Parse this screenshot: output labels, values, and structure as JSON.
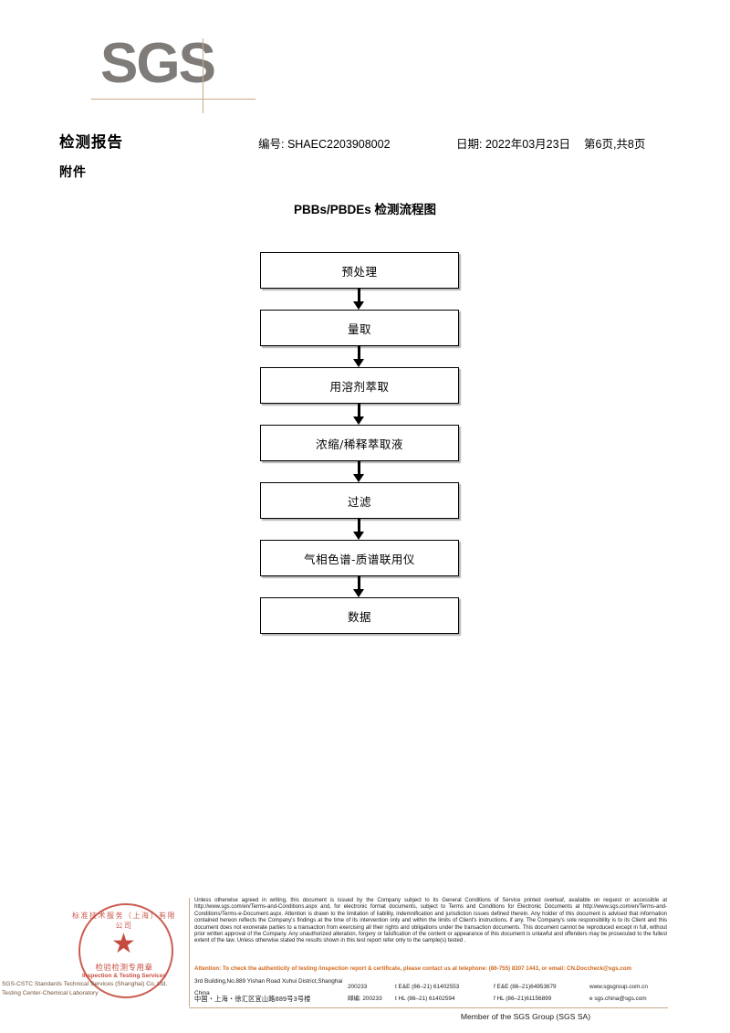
{
  "brand": {
    "logo_text": "SGS"
  },
  "header": {
    "title": "检测报告",
    "subtitle": "附件",
    "report_no": "编号: SHAEC2203908002",
    "date": "日期: 2022年03月23日",
    "page": "第6页,共8页"
  },
  "flowchart": {
    "title": "PBBs/PBDEs 检测流程图",
    "type": "process-flow",
    "steps": [
      {
        "label": "预处理"
      },
      {
        "label": "量取"
      },
      {
        "label": "用溶剂萃取"
      },
      {
        "label": "浓缩/稀释萃取液"
      },
      {
        "label": "过滤"
      },
      {
        "label": "气相色谱-质谱联用仪"
      },
      {
        "label": "数据"
      }
    ]
  },
  "seal": {
    "arc_top": "标准技术服务（上海）有限公司",
    "star": "★",
    "cn_label": "检验检测专用章",
    "en_label": "Inspection & Testing Services",
    "caption_line1": "SGS-CSTC Standards Technical Services (Shanghai) Co. Ltd.",
    "caption_line2": "Testing Center-Chemical Laboratory"
  },
  "footer": {
    "legal": "Unless otherwise agreed in writing, this document is issued by the Company subject to its General Conditions of Service printed overleaf, available on request or accessible at http://www.sgs.com/en/Terms-and-Conditions.aspx and, for electronic format documents, subject to Terms and Conditions for Electronic Documents at http://www.sgs.com/en/Terms-and-Conditions/Terms-e-Document.aspx. Attention is drawn to the limitation of liability, indemnification and jurisdiction issues defined therein. Any holder of this document is advised that information contained hereon reflects the Company's findings at the time of its intervention only and within the limits of Client's instructions, if any. The Company's sole responsibility is to its Client and this document does not exonerate parties to a transaction from exercising all their rights and obligations under the transaction documents. This document cannot be reproduced except in full, without prior written approval of the Company. Any unauthorized alteration, forgery or falsification of the content or appearance of this document is unlawful and offenders may be prosecuted to the fullest extent of the law. Unless otherwise stated the results shown in this test report refer only to the sample(s) tested .",
    "attention": "Attention: To check the authenticity of testing /inspection report & certificate, please contact us at telephone: (86-755) 8307 1443, or email: CN.Doccheck@sgs.com",
    "address_en": "3rd Building,No.889 Yishan Road Xuhui District,Shanghai China",
    "postcode_en": "200233",
    "tel_en_1": "t E&E (86–21) 61402553",
    "tel_en_2": "f E&E (86–21)64953679",
    "web": "www.sgsgroup.com.cn",
    "address_cn": "中国・上海・徐汇区宜山路889号3号楼",
    "postcode_cn_label": "邮编: 200233",
    "tel_cn_1": "t HL (86–21) 61402594",
    "tel_cn_2": "f HL (86–21)61156899",
    "email": "e  sgs.china@sgs.com",
    "member": "Member of the SGS Group (SGS SA)"
  }
}
